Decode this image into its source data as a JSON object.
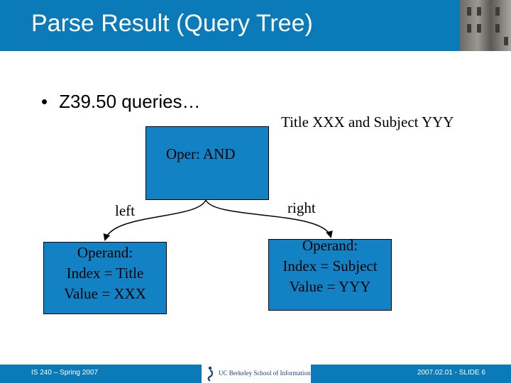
{
  "header": {
    "title": "Parse Result (Query Tree)"
  },
  "body": {
    "bullet_symbol": "•",
    "bullet_text": "Z39.50 queries…",
    "query_text": "Title XXX and Subject YYY"
  },
  "tree": {
    "root": {
      "label": "Oper: AND"
    },
    "left_edge_label": "left",
    "right_edge_label": "right",
    "left_child": {
      "lines": [
        "Operand:",
        "Index = Title",
        "Value = XXX"
      ]
    },
    "right_child": {
      "lines": [
        "Operand:",
        "Index = Subject",
        "Value = YYY"
      ]
    }
  },
  "footer": {
    "left_text": "IS 240 – Spring 2007",
    "logo_text": "UC Berkeley School of Information",
    "right_text": "2007.02.01 - SLIDE 6"
  },
  "colors": {
    "title_bar": "#0a7ab8",
    "box_fill": "#1282c4",
    "logo_text": "#1a3d7c"
  }
}
